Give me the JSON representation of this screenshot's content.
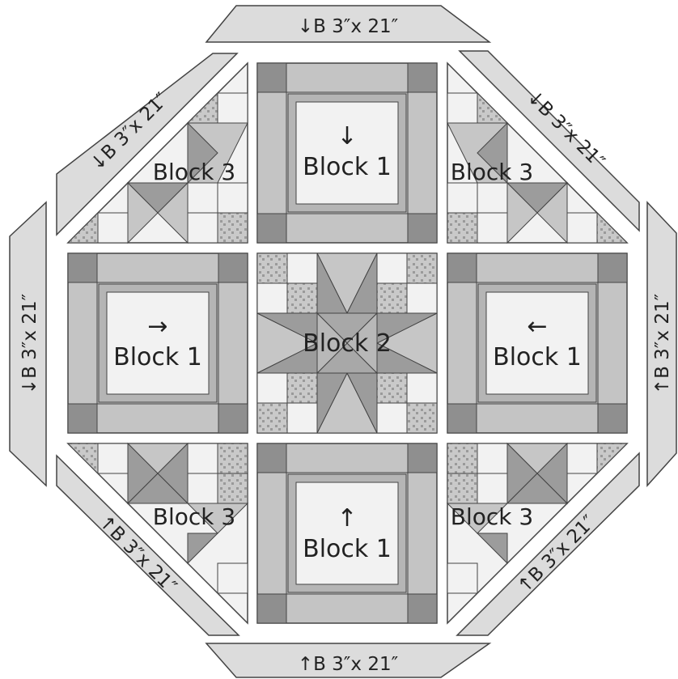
{
  "colors": {
    "strip": "#dcdcdc",
    "frame": "#c4c4c4",
    "corner": "#8f8f8f",
    "center_light": "#f2f2f2",
    "inner_band": "#b5b5b5",
    "star_dark": "#9c9c9c",
    "star_light": "#c6c6c6",
    "dotted": "#bcbcbc",
    "outline": "#444444"
  },
  "blocks": {
    "top_center": {
      "label": "Block 1",
      "arrow": "↓"
    },
    "middle_left": {
      "label": "Block 1",
      "arrow": "→"
    },
    "middle_right": {
      "label": "Block 1",
      "arrow": "←"
    },
    "bottom_center": {
      "label": "Block 1",
      "arrow": "↑"
    },
    "center": {
      "label": "Block 2"
    },
    "top_left": {
      "label": "Block 3"
    },
    "top_right": {
      "label": "Block 3"
    },
    "bottom_left": {
      "label": "Block 3"
    },
    "bottom_right": {
      "label": "Block 3"
    }
  },
  "strips": {
    "top": "↓B  3″x 21″",
    "bottom": "↑B  3″x 21″",
    "left": "↓B  3″x 21″",
    "right": "↑B  3″x 21″",
    "top_left": "↓B  3″x 21″",
    "top_right": "↓B  3″x 21″",
    "bottom_left": "↑B  3″x 21″",
    "bottom_right": "↑B  3″x 21″"
  }
}
